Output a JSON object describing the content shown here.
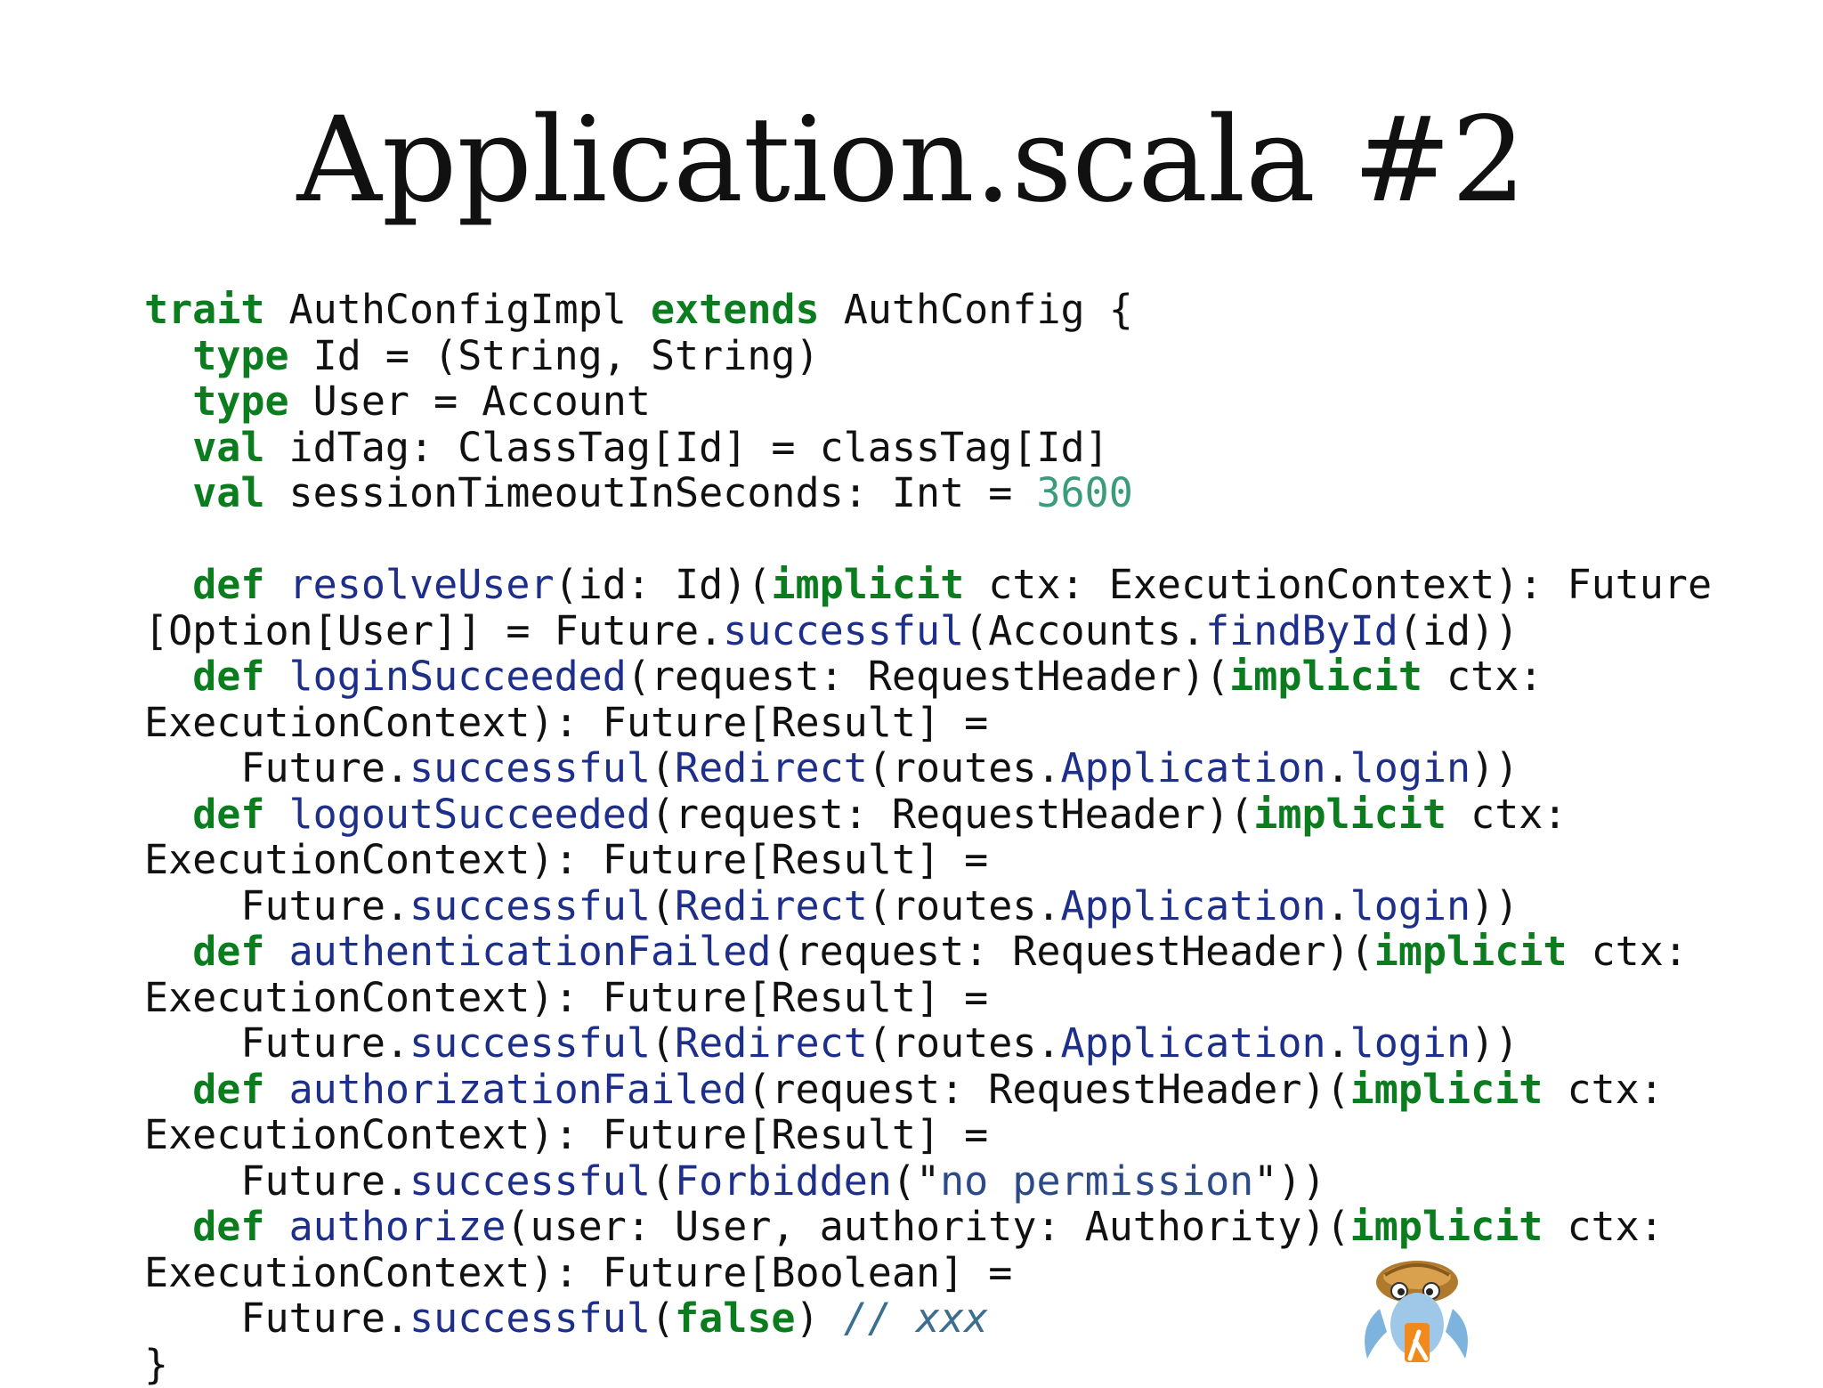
{
  "slide": {
    "title": "Application.scala #2"
  },
  "code": {
    "lines": [
      [
        [
          "kw",
          "trait"
        ],
        [
          "plain",
          " AuthConfigImpl "
        ],
        [
          "kw",
          "extends"
        ],
        [
          "plain",
          " AuthConfig {"
        ]
      ],
      [
        [
          "plain",
          "  "
        ],
        [
          "kw",
          "type"
        ],
        [
          "plain",
          " Id = (String, String)"
        ]
      ],
      [
        [
          "plain",
          "  "
        ],
        [
          "kw",
          "type"
        ],
        [
          "plain",
          " User = Account"
        ]
      ],
      [
        [
          "plain",
          "  "
        ],
        [
          "kw",
          "val"
        ],
        [
          "plain",
          " idTag: ClassTag[Id] = classTag[Id]"
        ]
      ],
      [
        [
          "plain",
          "  "
        ],
        [
          "kw",
          "val"
        ],
        [
          "plain",
          " sessionTimeoutInSeconds: Int = "
        ],
        [
          "num",
          "3600"
        ]
      ],
      [
        [
          "plain",
          " "
        ]
      ],
      [
        [
          "plain",
          "  "
        ],
        [
          "kw",
          "def"
        ],
        [
          "plain",
          " "
        ],
        [
          "fn",
          "resolveUser"
        ],
        [
          "plain",
          "(id: Id)("
        ],
        [
          "kw",
          "implicit"
        ],
        [
          "plain",
          " ctx: ExecutionContext): Future"
        ]
      ],
      [
        [
          "plain",
          "[Option[User]] = Future."
        ],
        [
          "fn",
          "successful"
        ],
        [
          "plain",
          "(Accounts."
        ],
        [
          "fn",
          "findById"
        ],
        [
          "plain",
          "(id))"
        ]
      ],
      [
        [
          "plain",
          "  "
        ],
        [
          "kw",
          "def"
        ],
        [
          "plain",
          " "
        ],
        [
          "fn",
          "loginSucceeded"
        ],
        [
          "plain",
          "(request: RequestHeader)("
        ],
        [
          "kw",
          "implicit"
        ],
        [
          "plain",
          " ctx:"
        ]
      ],
      [
        [
          "plain",
          "ExecutionContext): Future[Result] ="
        ]
      ],
      [
        [
          "plain",
          "    Future."
        ],
        [
          "fn",
          "successful"
        ],
        [
          "plain",
          "("
        ],
        [
          "fn",
          "Redirect"
        ],
        [
          "plain",
          "(routes."
        ],
        [
          "fn",
          "Application"
        ],
        [
          "plain",
          "."
        ],
        [
          "fn",
          "login"
        ],
        [
          "plain",
          "))"
        ]
      ],
      [
        [
          "plain",
          "  "
        ],
        [
          "kw",
          "def"
        ],
        [
          "plain",
          " "
        ],
        [
          "fn",
          "logoutSucceeded"
        ],
        [
          "plain",
          "(request: RequestHeader)("
        ],
        [
          "kw",
          "implicit"
        ],
        [
          "plain",
          " ctx:"
        ]
      ],
      [
        [
          "plain",
          "ExecutionContext): Future[Result] ="
        ]
      ],
      [
        [
          "plain",
          "    Future."
        ],
        [
          "fn",
          "successful"
        ],
        [
          "plain",
          "("
        ],
        [
          "fn",
          "Redirect"
        ],
        [
          "plain",
          "(routes."
        ],
        [
          "fn",
          "Application"
        ],
        [
          "plain",
          "."
        ],
        [
          "fn",
          "login"
        ],
        [
          "plain",
          "))"
        ]
      ],
      [
        [
          "plain",
          "  "
        ],
        [
          "kw",
          "def"
        ],
        [
          "plain",
          " "
        ],
        [
          "fn",
          "authenticationFailed"
        ],
        [
          "plain",
          "(request: RequestHeader)("
        ],
        [
          "kw",
          "implicit"
        ],
        [
          "plain",
          " ctx:"
        ]
      ],
      [
        [
          "plain",
          "ExecutionContext): Future[Result] ="
        ]
      ],
      [
        [
          "plain",
          "    Future."
        ],
        [
          "fn",
          "successful"
        ],
        [
          "plain",
          "("
        ],
        [
          "fn",
          "Redirect"
        ],
        [
          "plain",
          "(routes."
        ],
        [
          "fn",
          "Application"
        ],
        [
          "plain",
          "."
        ],
        [
          "fn",
          "login"
        ],
        [
          "plain",
          "))"
        ]
      ],
      [
        [
          "plain",
          "  "
        ],
        [
          "kw",
          "def"
        ],
        [
          "plain",
          " "
        ],
        [
          "fn",
          "authorizationFailed"
        ],
        [
          "plain",
          "(request: RequestHeader)("
        ],
        [
          "kw",
          "implicit"
        ],
        [
          "plain",
          " ctx:"
        ]
      ],
      [
        [
          "plain",
          "ExecutionContext): Future[Result] ="
        ]
      ],
      [
        [
          "plain",
          "    Future."
        ],
        [
          "fn",
          "successful"
        ],
        [
          "plain",
          "("
        ],
        [
          "fn",
          "Forbidden"
        ],
        [
          "plain",
          "(\""
        ],
        [
          "str",
          "no permission"
        ],
        [
          "plain",
          "\"))"
        ]
      ],
      [
        [
          "plain",
          "  "
        ],
        [
          "kw",
          "def"
        ],
        [
          "plain",
          " "
        ],
        [
          "fn",
          "authorize"
        ],
        [
          "plain",
          "(user: User, authority: Authority)("
        ],
        [
          "kw",
          "implicit"
        ],
        [
          "plain",
          " ctx:"
        ]
      ],
      [
        [
          "plain",
          "ExecutionContext): Future[Boolean] ="
        ]
      ],
      [
        [
          "plain",
          "    Future."
        ],
        [
          "fn",
          "successful"
        ],
        [
          "plain",
          "("
        ],
        [
          "kw",
          "false"
        ],
        [
          "plain",
          ") "
        ],
        [
          "cmt",
          "// xxx"
        ]
      ],
      [
        [
          "plain",
          "}"
        ]
      ]
    ]
  },
  "colors": {
    "keyword": "#0b7d1f",
    "function": "#1d2f8a",
    "number": "#3a9c7a",
    "string": "#2c4a8a",
    "comment": "#3b6f8f",
    "text": "#111111"
  },
  "mascot": {
    "icon": "hermit-crab-mascot-icon"
  }
}
